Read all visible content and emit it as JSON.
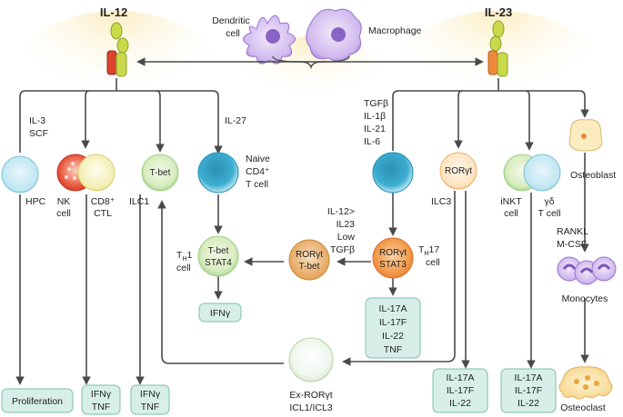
{
  "cytokines": {
    "il12": "IL-12",
    "il23": "IL-23"
  },
  "sources": {
    "dendritic": [
      "Dendritic",
      "cell"
    ],
    "macrophage": "Macrophage"
  },
  "il12_branch": {
    "il3_scf": [
      "IL-3",
      "SCF"
    ],
    "il27": "IL-27",
    "hpc": "HPC",
    "nk": [
      "NK",
      "cell"
    ],
    "cd8": [
      "CD8⁺",
      "CTL"
    ],
    "ilc1": "ILC1",
    "tbet_cell": "T-bet",
    "naive": [
      "Naive",
      "CD4⁺",
      "T cell"
    ],
    "th1_cell": [
      "T",
      "H",
      "1",
      "cell"
    ],
    "th1_inner": [
      "T-bet",
      "STAT4"
    ],
    "ifng": "IFNγ",
    "proliferation": "Proliferation",
    "nk_out": [
      "IFNγ",
      "TNF"
    ],
    "ilc1_out": [
      "IFNγ",
      "TNF"
    ]
  },
  "il23_branch": {
    "tgf_list": [
      "TGFβ",
      "IL-1β",
      "IL-21",
      "IL-6"
    ],
    "il12_cond": [
      "IL-12>",
      "IL23",
      "Low",
      "TGFβ"
    ],
    "th17_inner": [
      "RORγt",
      "STAT3"
    ],
    "th17_cell": [
      "T",
      "H",
      "17",
      "cell"
    ],
    "rorgt_tbet": [
      "RORγt",
      "T-bet"
    ],
    "th17_out": [
      "IL-17A",
      "IL-17F",
      "IL-22",
      "TNF"
    ],
    "rorgt_cell": "RORγt",
    "ilc3": "ILC3",
    "inkt": [
      "iNKT",
      "cell"
    ],
    "gd": [
      "γδ",
      "T cell"
    ],
    "ilc3_out": [
      "IL-17A",
      "IL-17F",
      "IL-22"
    ],
    "gd_out": [
      "IL-17A",
      "IL-17F",
      "IL-22"
    ],
    "ex_rorgt": [
      "Ex-RORγt",
      "ICL1/ICL3"
    ]
  },
  "bone": {
    "osteoblast": "Osteoblast",
    "rankl": [
      "RANKL",
      "M-CSF"
    ],
    "monocytes": "Monocytes",
    "osteoclast": "Osteoclast"
  },
  "colors": {
    "line": "#4a4a4a",
    "box_fill": "#d7efe8",
    "box_stroke": "#7bbfad",
    "glow": "#fdf6d4",
    "receptor_green": "#c9d94a",
    "receptor_red": "#d9432e",
    "receptor_orange": "#ef8a3c",
    "cyan_cell": "#35a9c9",
    "orange_cell": "#f08b3e",
    "purple_cell": "#a882d6"
  }
}
